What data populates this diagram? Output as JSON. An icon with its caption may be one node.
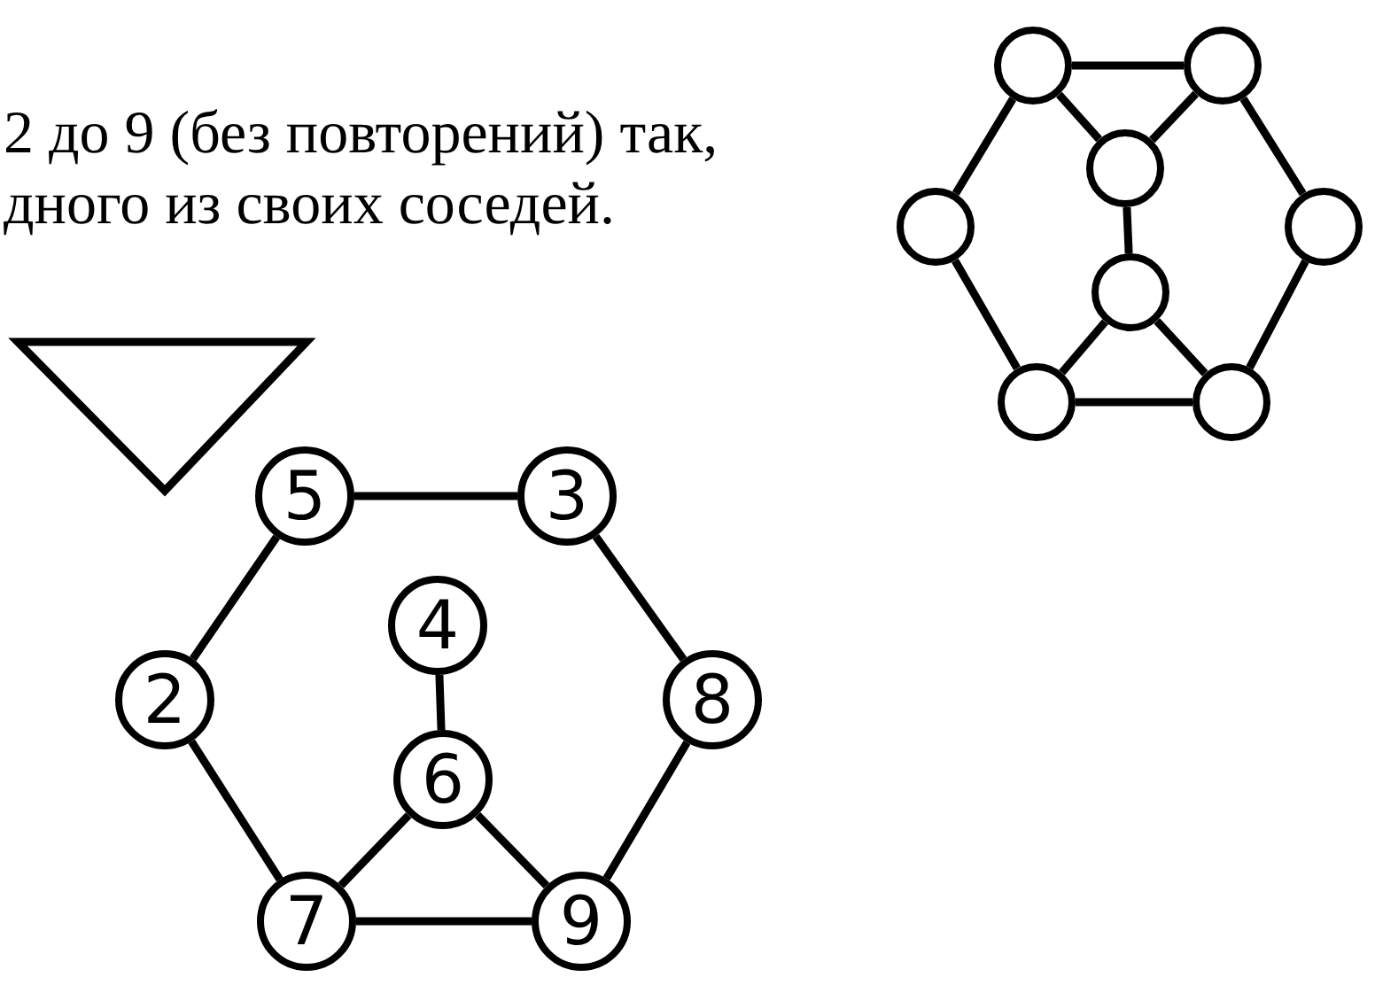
{
  "diagram": {
    "nodes": [
      {
        "text": [],
        "shape": "circle"
      },
      {
        "text": [],
        "shape": "circle"
      },
      {
        "text": [],
        "shape": "circle"
      },
      {
        "text": [],
        "shape": "circle"
      },
      {
        "text": [],
        "shape": "circle"
      },
      {
        "text": [],
        "shape": "circle"
      },
      {
        "text": [],
        "shape": "circle"
      },
      {
        "text": [],
        "shape": "circle"
      },
      {
        "text": [
          "5"
        ]
      },
      {
        "text": [
          "3"
        ]
      },
      {
        "text": [
          "4"
        ]
      },
      {
        "text": [
          "2"
        ]
      },
      {
        "text": [
          "8"
        ]
      },
      {
        "text": [
          "6"
        ]
      },
      {
        "text": [
          "7"
        ]
      },
      {
        "text": [
          "9"
        ]
      }
    ],
    "edges": [
      {
        "from": 0,
        "to": 1,
        "arrow": "none"
      },
      {
        "from": 0,
        "to": 3,
        "arrow": "none"
      },
      {
        "from": 0,
        "to": 2,
        "arrow": "none"
      },
      {
        "from": 1,
        "to": 2,
        "arrow": "none"
      },
      {
        "from": 1,
        "to": 4,
        "arrow": "none"
      },
      {
        "from": 2,
        "to": 5,
        "arrow": "none"
      },
      {
        "from": 3,
        "to": 6,
        "arrow": "none"
      },
      {
        "from": 4,
        "to": 7,
        "arrow": "none"
      },
      {
        "from": 5,
        "to": 6,
        "arrow": "none"
      },
      {
        "from": 5,
        "to": 7,
        "arrow": "none"
      },
      {
        "from": 6,
        "to": 7,
        "arrow": "none"
      },
      {
        "from": 8,
        "to": 9,
        "arrow": "none"
      },
      {
        "from": 8,
        "to": 11,
        "arrow": "none"
      },
      {
        "from": 9,
        "to": 12,
        "arrow": "none"
      },
      {
        "from": 10,
        "to": 13,
        "arrow": "none"
      },
      {
        "from": 11,
        "to": 14,
        "arrow": "none"
      },
      {
        "from": 12,
        "to": 15,
        "arrow": "none"
      },
      {
        "from": 13,
        "to": 14,
        "arrow": "none"
      },
      {
        "from": 13,
        "to": 15,
        "arrow": "none"
      },
      {
        "from": 14,
        "to": 15,
        "arrow": "none"
      }
    ],
    "labels": [
      "2 до 9 (без повторений) так, дного из своих соседей."
    ]
  }
}
